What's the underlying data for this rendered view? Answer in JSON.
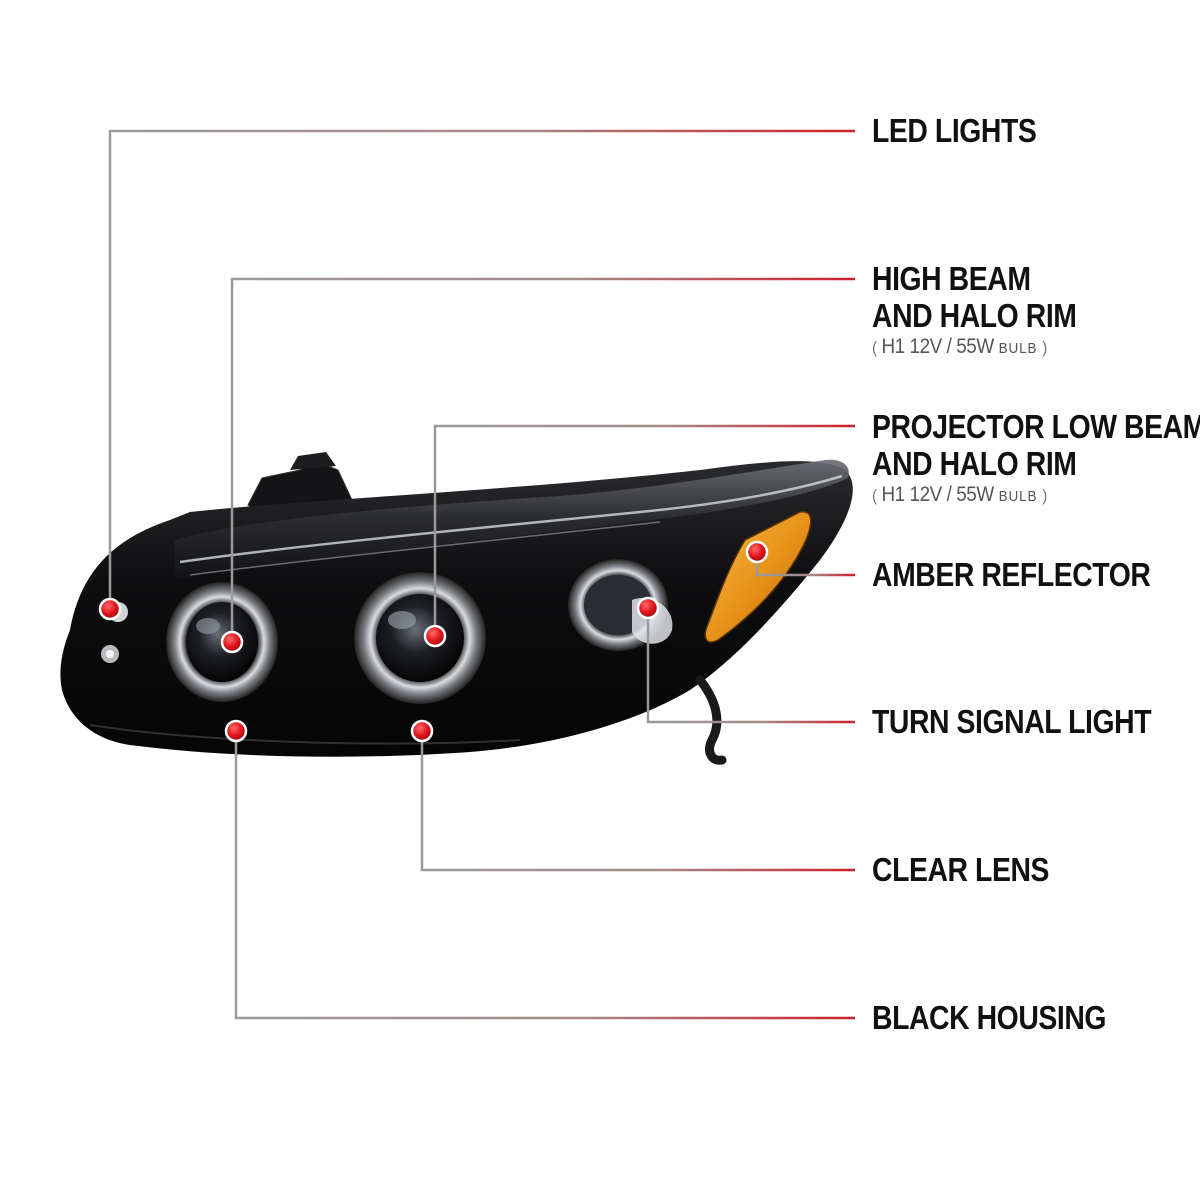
{
  "callouts": [
    {
      "id": "led-lights",
      "lines": [
        "LED LIGHTS"
      ],
      "spec": null
    },
    {
      "id": "high-beam",
      "lines": [
        "HIGH BEAM",
        "AND HALO RIM"
      ],
      "spec": {
        "open": "(",
        "bulb": "H1",
        "rating": "12V / 55W",
        "unit": "BULB",
        "close": ")"
      }
    },
    {
      "id": "projector-low-beam",
      "lines": [
        "PROJECTOR LOW BEAM",
        "AND HALO RIM"
      ],
      "spec": {
        "open": "(",
        "bulb": "H1",
        "rating": "12V / 55W",
        "unit": "BULB",
        "close": ")"
      }
    },
    {
      "id": "amber-reflector",
      "lines": [
        "AMBER REFLECTOR"
      ],
      "spec": null
    },
    {
      "id": "turn-signal-light",
      "lines": [
        "TURN SIGNAL LIGHT"
      ],
      "spec": null
    },
    {
      "id": "clear-lens",
      "lines": [
        "CLEAR LENS"
      ],
      "spec": null
    },
    {
      "id": "black-housing",
      "lines": [
        "BLACK HOUSING"
      ],
      "spec": null
    }
  ],
  "colors": {
    "leader_gray": "#9a9a9a",
    "leader_red": "#d0202a",
    "marker_red": "#e0131c",
    "housing_black": "#0b0b0c",
    "amber": "#f0a020",
    "chrome": "#c9ccd0"
  }
}
